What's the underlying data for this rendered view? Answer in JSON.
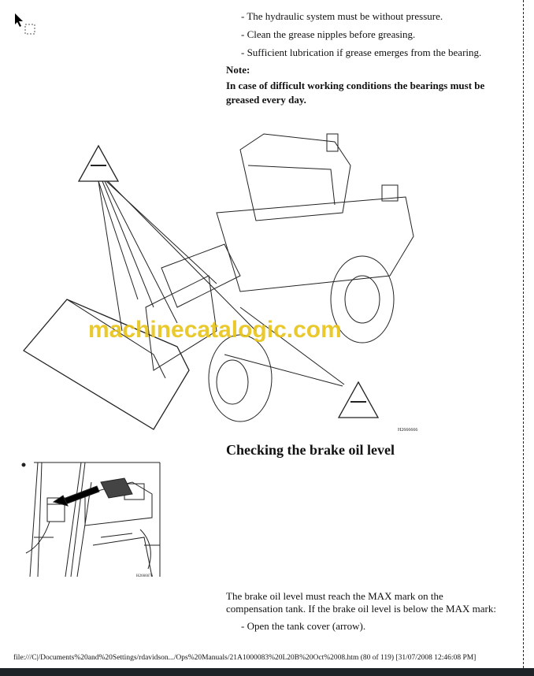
{
  "bullets_top": [
    "- The hydraulic system must be without pressure.",
    "- Clean the grease nipples before greasing.",
    "- Sufficient lubrication if grease emerges from the bearing."
  ],
  "note_label": "Note:",
  "note_lines": [
    "In case of difficult working conditions the bearings must be",
    "greased every day."
  ],
  "figure1_code": "H2666666",
  "figure2_code": "H2666676",
  "watermark": "machinecatalogic.com",
  "section_title": "Checking the brake oil level",
  "body_lines": [
    "The brake oil level must reach the MAX mark on the",
    "compensation tank. If the brake oil level is below the MAX mark:"
  ],
  "bullets_bottom": [
    "- Open the tank cover (arrow)."
  ],
  "footer": "file:///C|/Documents%20and%20Settings/rdavidson.../Ops%20Manuals/21A1000083%20L20B%20Oct%2008.htm (80 of 119) [31/07/2008 12:46:08 PM]"
}
